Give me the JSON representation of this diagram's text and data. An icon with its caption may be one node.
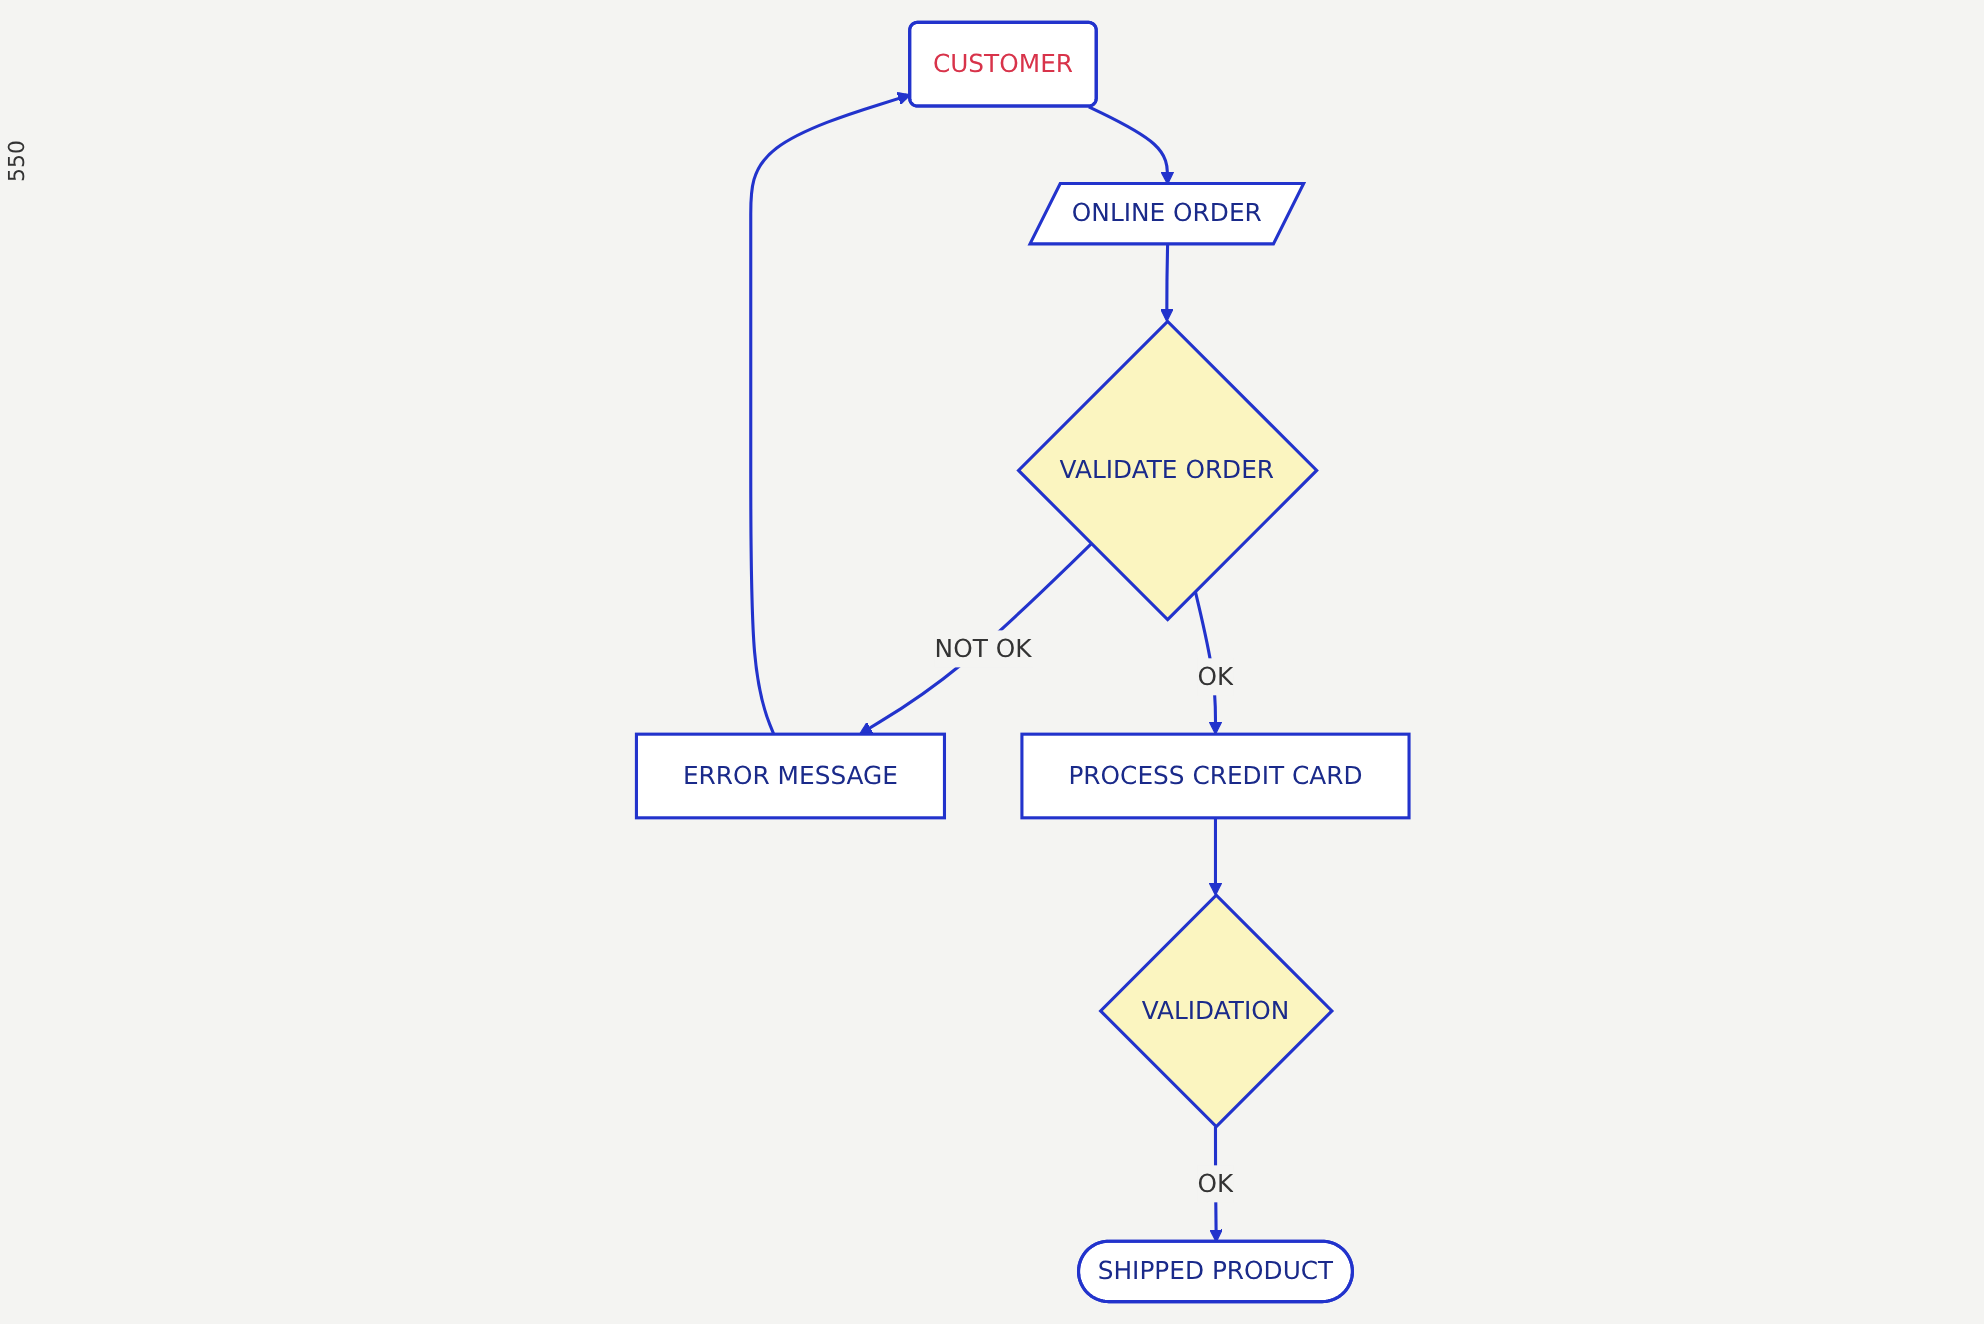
{
  "diagram": {
    "nodes": [
      {
        "text": [
          "CUSTOMER"
        ]
      },
      {
        "text": [
          "ONLINE ORDER"
        ]
      },
      {
        "text": [
          "VALIDATE ORDER"
        ]
      },
      {
        "text": [
          "ERROR MESSAGE"
        ]
      },
      {
        "text": [
          "PROCESS CREDIT CARD"
        ]
      },
      {
        "text": [
          "VALIDATION"
        ]
      },
      {
        "text": [
          "SHIPPED PRODUCT"
        ]
      }
    ],
    "edges": [
      {
        "from": 0,
        "to": 1,
        "arrow": "to"
      },
      {
        "from": 1,
        "to": 2,
        "arrow": "to"
      },
      {
        "from": 2,
        "to": 3,
        "label": "NOT OK",
        "arrow": "to"
      },
      {
        "from": 3,
        "to": 0,
        "arrow": "to"
      },
      {
        "from": 2,
        "to": 4,
        "label": "OK",
        "arrow": "to"
      },
      {
        "from": 4,
        "to": 5,
        "arrow": "to"
      },
      {
        "from": 5,
        "to": 6,
        "label": "OK",
        "arrow": "to"
      }
    ],
    "labels": [
      "550"
    ]
  }
}
